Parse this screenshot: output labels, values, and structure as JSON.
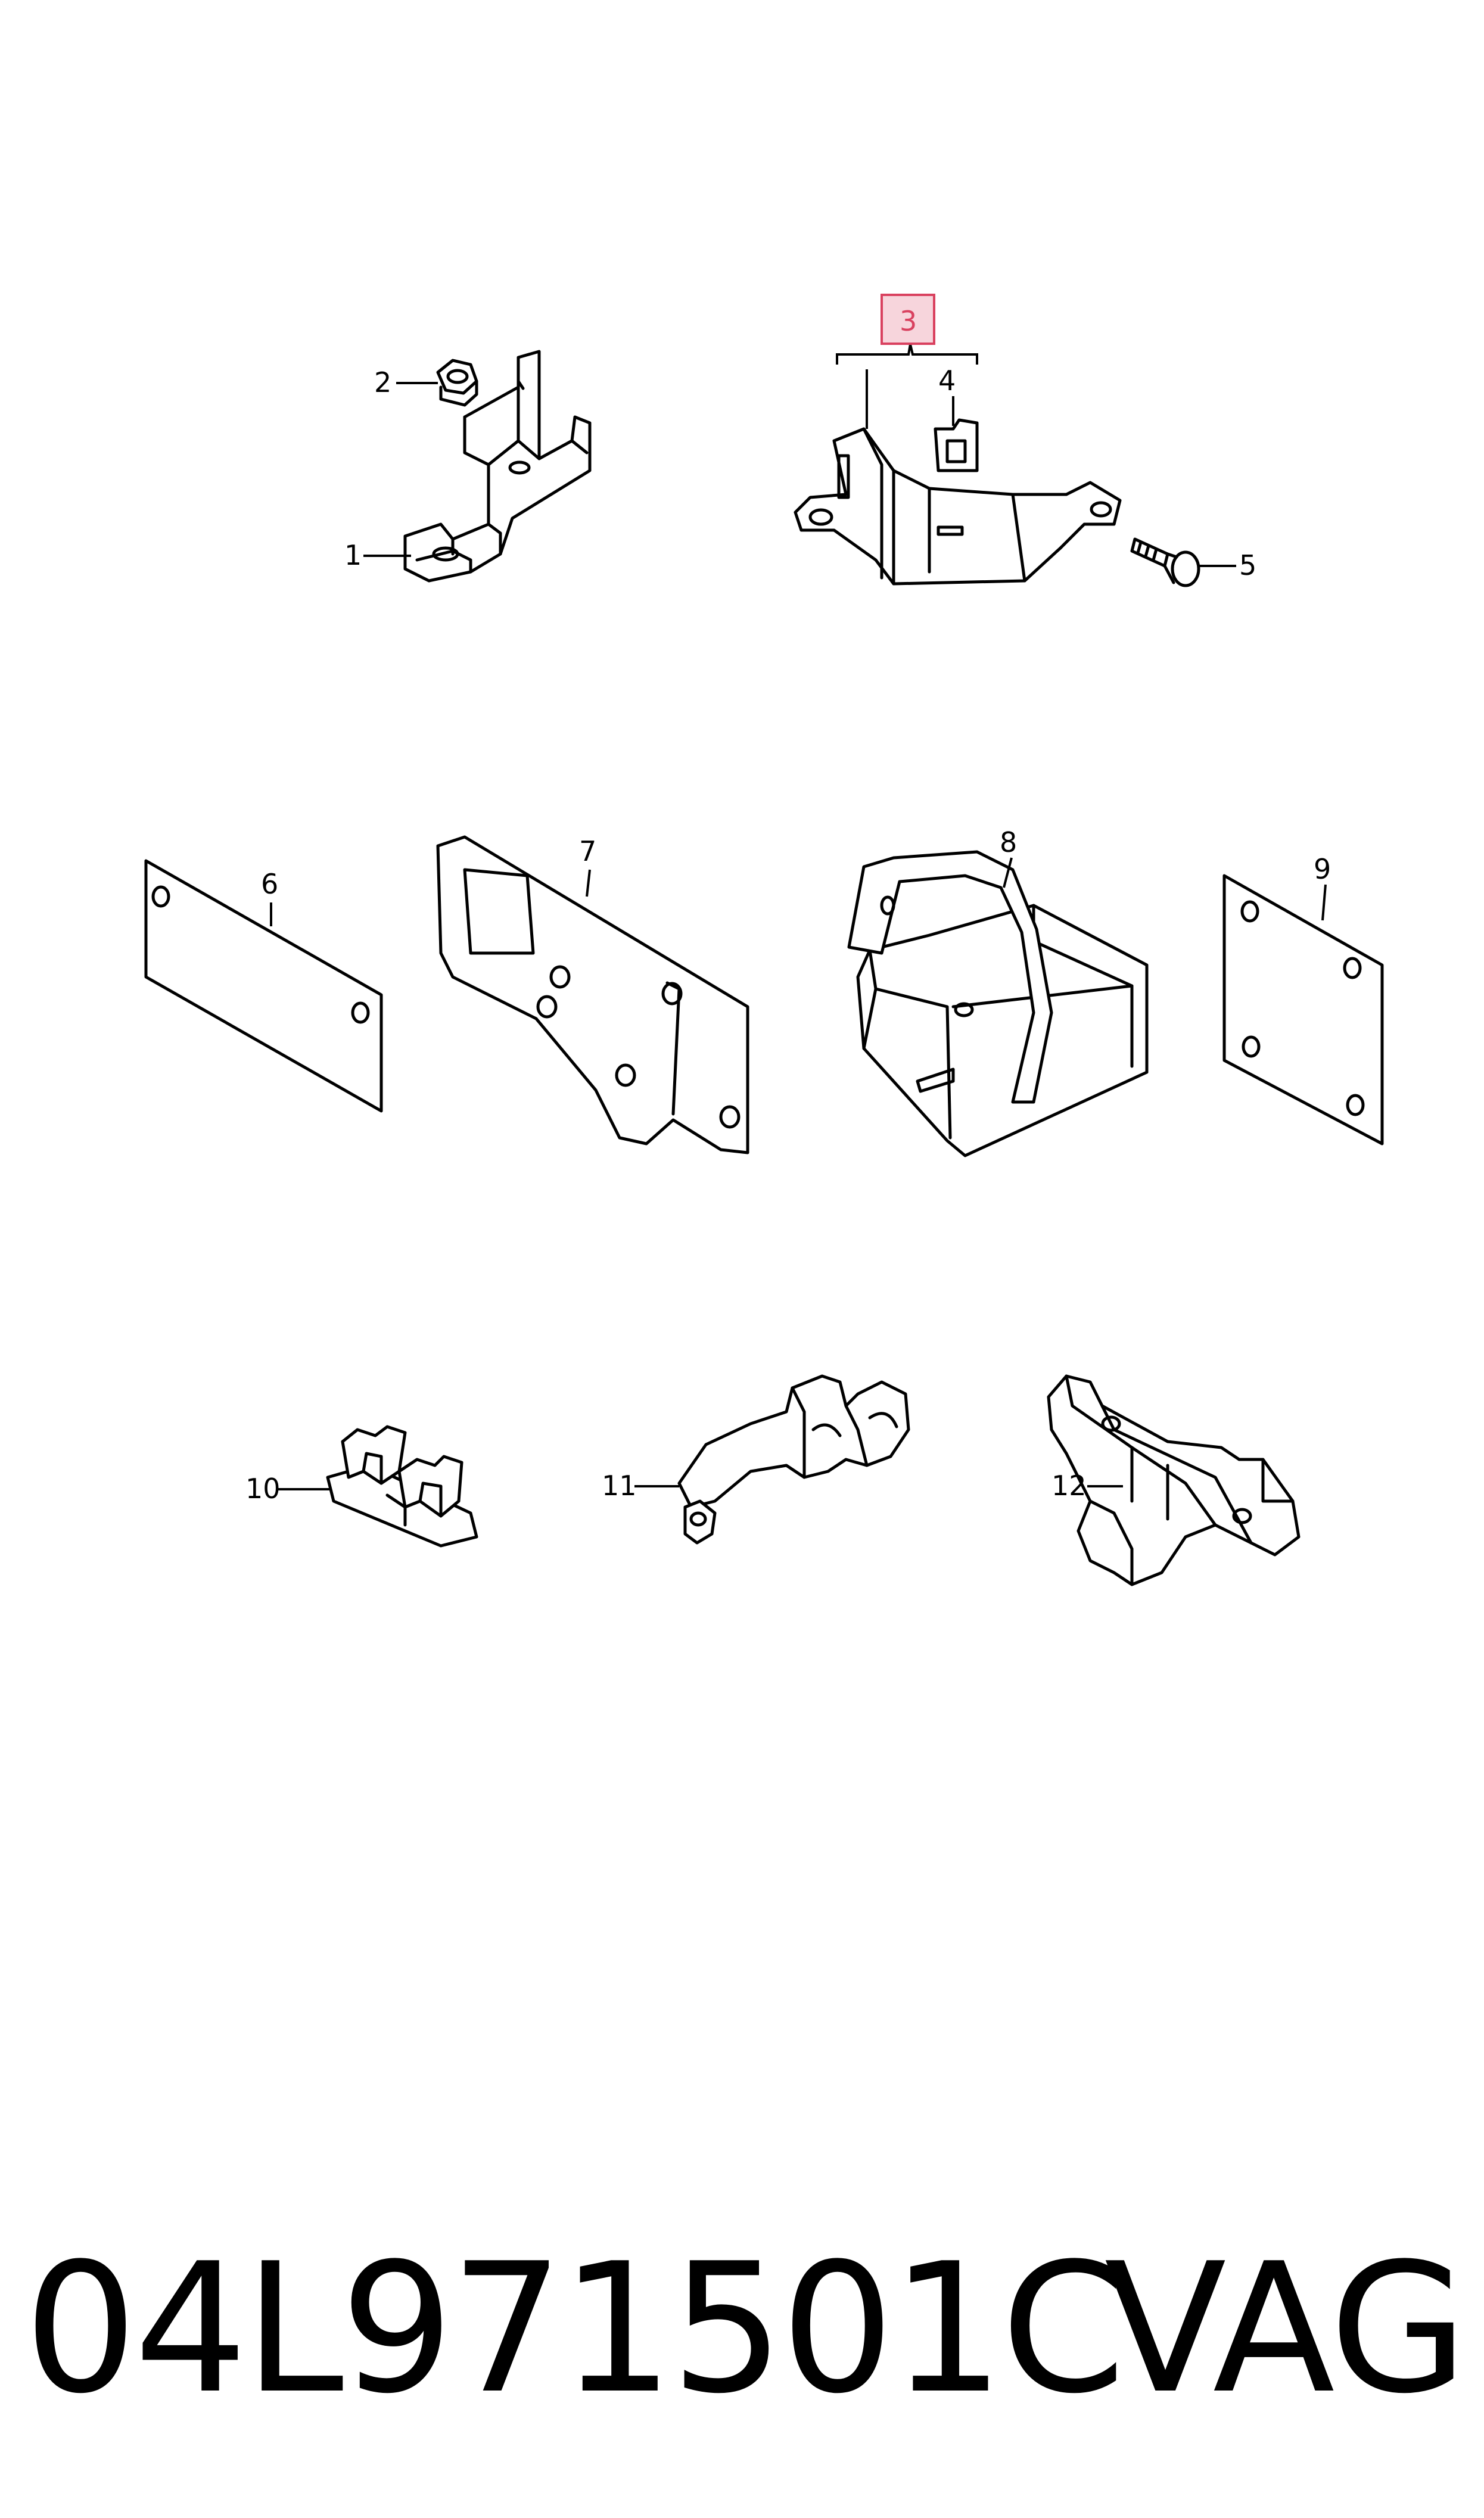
{
  "callouts": {
    "c1": "1",
    "c2": "2",
    "c3": "3",
    "c4": "4",
    "c5": "5",
    "c6": "6",
    "c7": "7",
    "c8": "8",
    "c9": "9",
    "c10": "10",
    "c11": "11",
    "c12": "12"
  },
  "highlighted_callout": "3",
  "highlight_color": "#f7d5dc",
  "footer": {
    "part_number": "04L971501C",
    "brand": "VAG"
  }
}
